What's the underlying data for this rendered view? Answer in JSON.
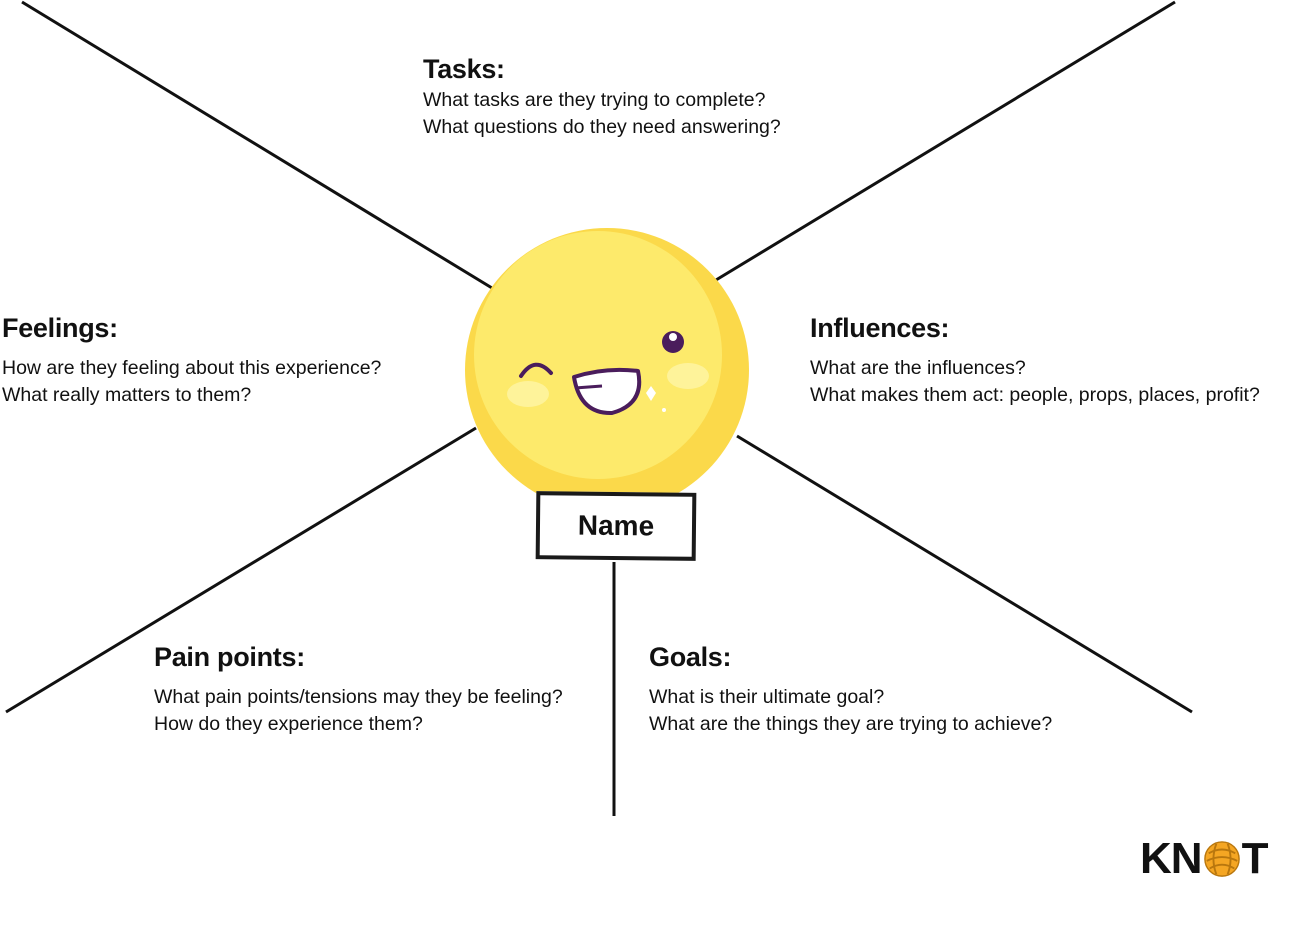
{
  "diagram": {
    "name_label": "Name",
    "sections": {
      "tasks": {
        "heading": "Tasks:",
        "questions": [
          "What tasks are they trying to complete?",
          "What questions do they need answering?"
        ]
      },
      "feelings": {
        "heading": "Feelings:",
        "questions": [
          "How are they feeling about this experience?",
          "What really matters to them?"
        ]
      },
      "influences": {
        "heading": "Influences:",
        "questions": [
          "What are the influences?",
          "What makes them act: people, props, places, profit?"
        ]
      },
      "pain_points": {
        "heading": "Pain points:",
        "questions": [
          "What pain points/tensions may they be feeling?",
          "How do they experience them?"
        ]
      },
      "goals": {
        "heading": "Goals:",
        "questions": [
          "What is their ultimate goal?",
          "What are the things they are trying to achieve?"
        ]
      }
    }
  },
  "logo": {
    "letters_before": "KN",
    "letters_after": "T",
    "ball_icon": "knot-ball-icon"
  },
  "colors": {
    "face_outer": "#fbd94a",
    "face_inner": "#fdea6b",
    "cheek": "#fef39a",
    "feature": "#4a1d5c",
    "knot_orange": "#f5a623",
    "line": "#111111"
  }
}
